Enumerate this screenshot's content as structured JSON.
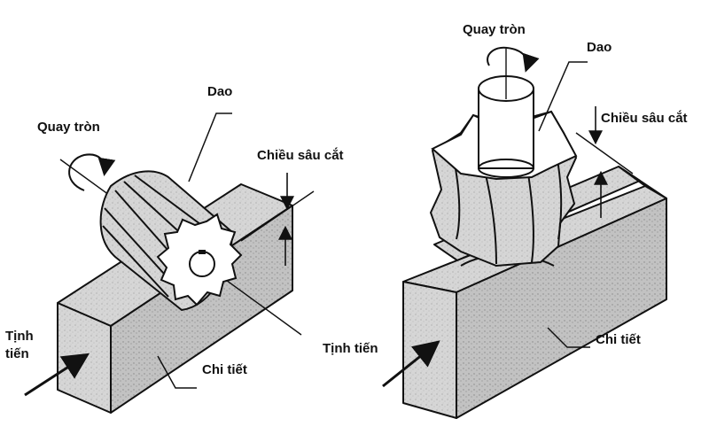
{
  "left": {
    "rotation_label": "Quay tròn",
    "tool_label": "Dao",
    "depth_label": "Chiều sâu cắt",
    "feed_label_line1": "Tịnh",
    "feed_label_line2": "tiến",
    "workpiece_label": "Chi tiết"
  },
  "right": {
    "rotation_label": "Quay tròn",
    "tool_label": "Dao",
    "depth_label": "Chiều sâu cắt",
    "feed_label": "Tịnh tiến",
    "workpiece_label": "Chi tiết"
  },
  "colors": {
    "ink": "#111111",
    "shade_light": "#d8d8d8",
    "shade_mid": "#bdbdbd",
    "shade_dark": "#9a9a9a",
    "paper": "#ffffff"
  }
}
